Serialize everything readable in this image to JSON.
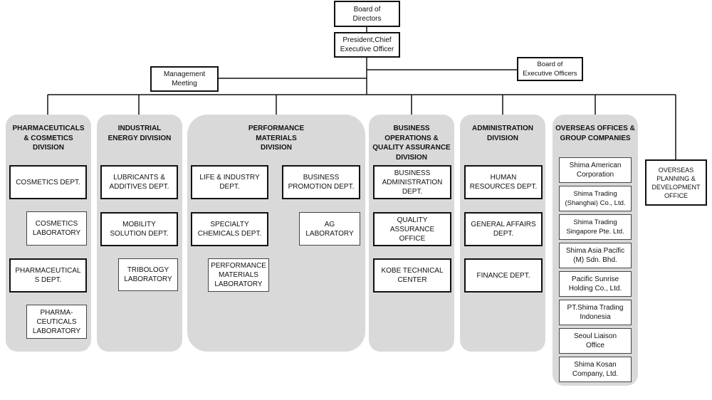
{
  "top": {
    "board_of_directors": "Board of\nDirectors",
    "president": "President,Chief\nExecutive Officer",
    "management_meeting": "Management\nMeeting",
    "board_exec_officers": "Board of\nExecutive Officers"
  },
  "divisions": {
    "pharma": {
      "title": "PHARMACEUTICALS\n& COSMETICS\nDIVISION",
      "cosmetics_dept": "COSMETICS DEPT.",
      "cosmetics_lab": "COSMETICS\nLABORATORY",
      "pharma_dept": "PHARMACEUTICAL\nS DEPT.",
      "pharma_lab": "PHARMA-\nCEUTICALS\nLABORATORY"
    },
    "energy": {
      "title": "INDUSTRIAL\nENERGY DIVISION",
      "lubricants": "LUBRICANTS &\nADDITIVES DEPT.",
      "mobility": "MOBILITY\nSOLUTION DEPT.",
      "tribology": "TRIBOLOGY\nLABORATORY"
    },
    "performance": {
      "title": "PERFORMANCE\nMATERIALS\nDIVISION",
      "life_industry": "LIFE & INDUSTRY\nDEPT.",
      "specialty": "SPECIALTY\nCHEMICALS DEPT.",
      "perf_lab": "PERFORMANCE\nMATERIALS\nLABORATORY",
      "business_promotion": "BUSINESS\nPROMOTION DEPT.",
      "ag_lab": "AG\nLABORATORY"
    },
    "business_ops": {
      "title": "BUSINESS\nOPERATIONS &\nQUALITY ASSURANCE\nDIVISION",
      "business_admin": "BUSINESS\nADMINISTRATION\nDEPT.",
      "quality_office": "QUALITY\nASSURANCE OFFICE",
      "kobe_center": "KOBE TECHNICAL\nCENTER"
    },
    "admin": {
      "title": "ADMINISTRATION\nDIVISION",
      "hr": "HUMAN\nRESOURCES DEPT.",
      "general_affairs": "GENERAL AFFAIRS\nDEPT.",
      "finance": "FINANCE DEPT."
    },
    "overseas": {
      "title": "OVERSEAS OFFICES &\nGROUP COMPANIES",
      "companies": [
        "Shima American\nCorporation",
        "Shima Trading\n(Shanghai) Co., Ltd.",
        "Shima Trading\nSingapore Pte. Ltd.",
        "Shima Asia Pacific\n(M) Sdn. Bhd.",
        "Pacific Sunrise\nHolding Co., Ltd.",
        "PT.Shima Trading\nIndonesia",
        "Seoul Liaison\nOffice",
        "Shima Kosan\nCompany, Ltd."
      ]
    },
    "planning": {
      "title": "OVERSEAS\nPLANNING &\nDEVELOPMENT\nOFFICE"
    }
  }
}
